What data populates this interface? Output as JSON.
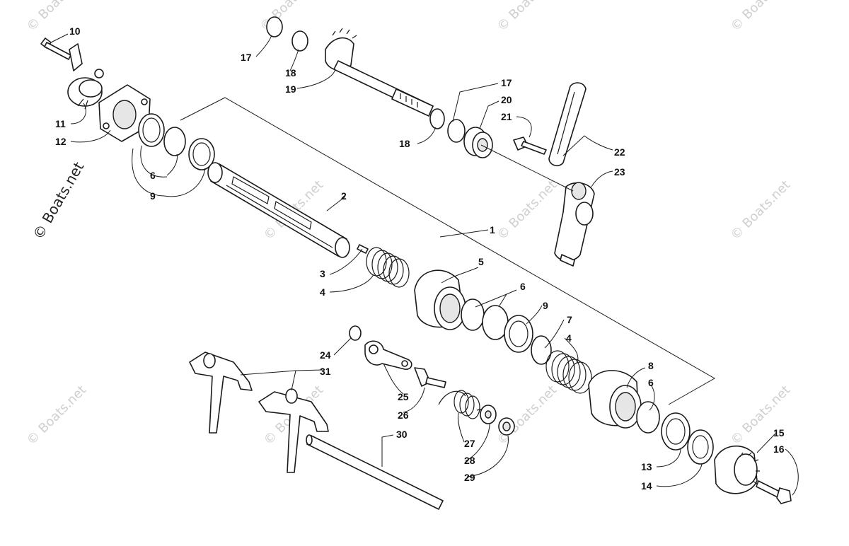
{
  "watermark": {
    "main": "© Boats.net",
    "tile": "© Boats.net",
    "tile_positions_note": ""
  },
  "callouts": {
    "c1": "1",
    "c2": "2",
    "c3": "3",
    "c4a": "4",
    "c4b": "4",
    "c5": "5",
    "c6a": "6",
    "c6b": "6",
    "c6c": "6",
    "c7": "7",
    "c8": "8",
    "c9a": "9",
    "c9b": "9",
    "c10": "10",
    "c11": "11",
    "c12": "12",
    "c13": "13",
    "c14": "14",
    "c15": "15",
    "c16": "16",
    "c17a": "17",
    "c17b": "17",
    "c18a": "18",
    "c18b": "18",
    "c19": "19",
    "c20": "20",
    "c21": "21",
    "c22": "22",
    "c23": "23",
    "c24": "24",
    "c25": "25",
    "c26": "26",
    "c27": "27",
    "c28": "28",
    "c29": "29",
    "c30": "30",
    "c31": "31"
  }
}
